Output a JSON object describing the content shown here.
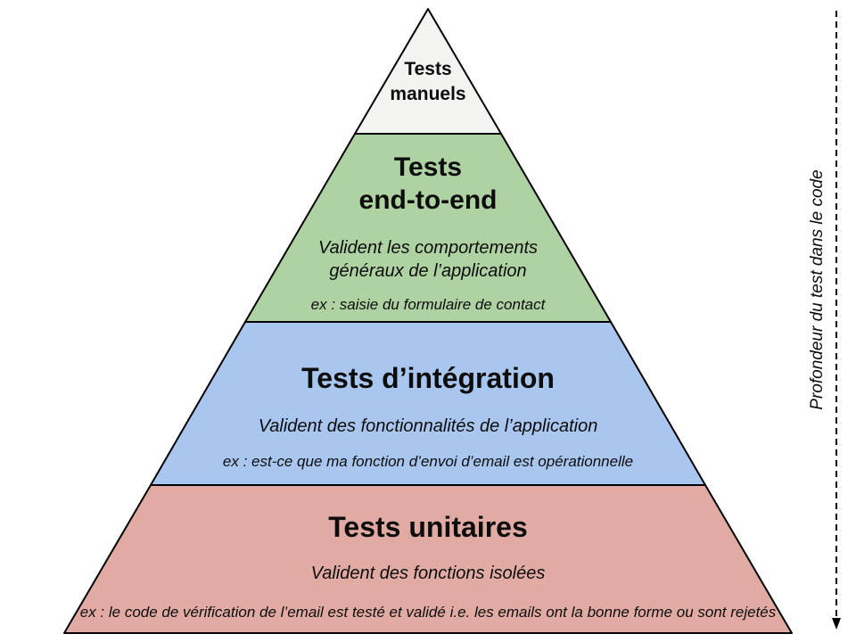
{
  "diagram": {
    "type": "test-pyramid",
    "stroke_color": "#000000",
    "background_color": "#ffffff",
    "levels": [
      {
        "id": "manual-tests",
        "title": "Tests\nmanuels",
        "description": "",
        "example": "",
        "color": "#f3f3f2"
      },
      {
        "id": "end-to-end-tests",
        "title": "Tests\nend-to-end",
        "description": "Valident les comportements\ngénéraux de l’application",
        "example": "ex : saisie du formulaire de contact",
        "color": "#aed2a2"
      },
      {
        "id": "integration-tests",
        "title": "Tests d’intégration",
        "description": "Valident des fonctionnalités de l’application",
        "example": "ex : est-ce que ma fonction d’envoi d’email est opérationnelle",
        "color": "#a9c6ef"
      },
      {
        "id": "unit-tests",
        "title": "Tests unitaires",
        "description": "Valident des fonctions isolées",
        "example": "ex : le code de vérification de l’email est testé et validé i.e. les emails ont la bonne forme ou sont rejetés",
        "color": "#e1aba3"
      }
    ],
    "axis": {
      "label": "Profondeur du test dans le code",
      "direction": "down",
      "line_style": "dashed",
      "line_color": "#000000"
    }
  }
}
